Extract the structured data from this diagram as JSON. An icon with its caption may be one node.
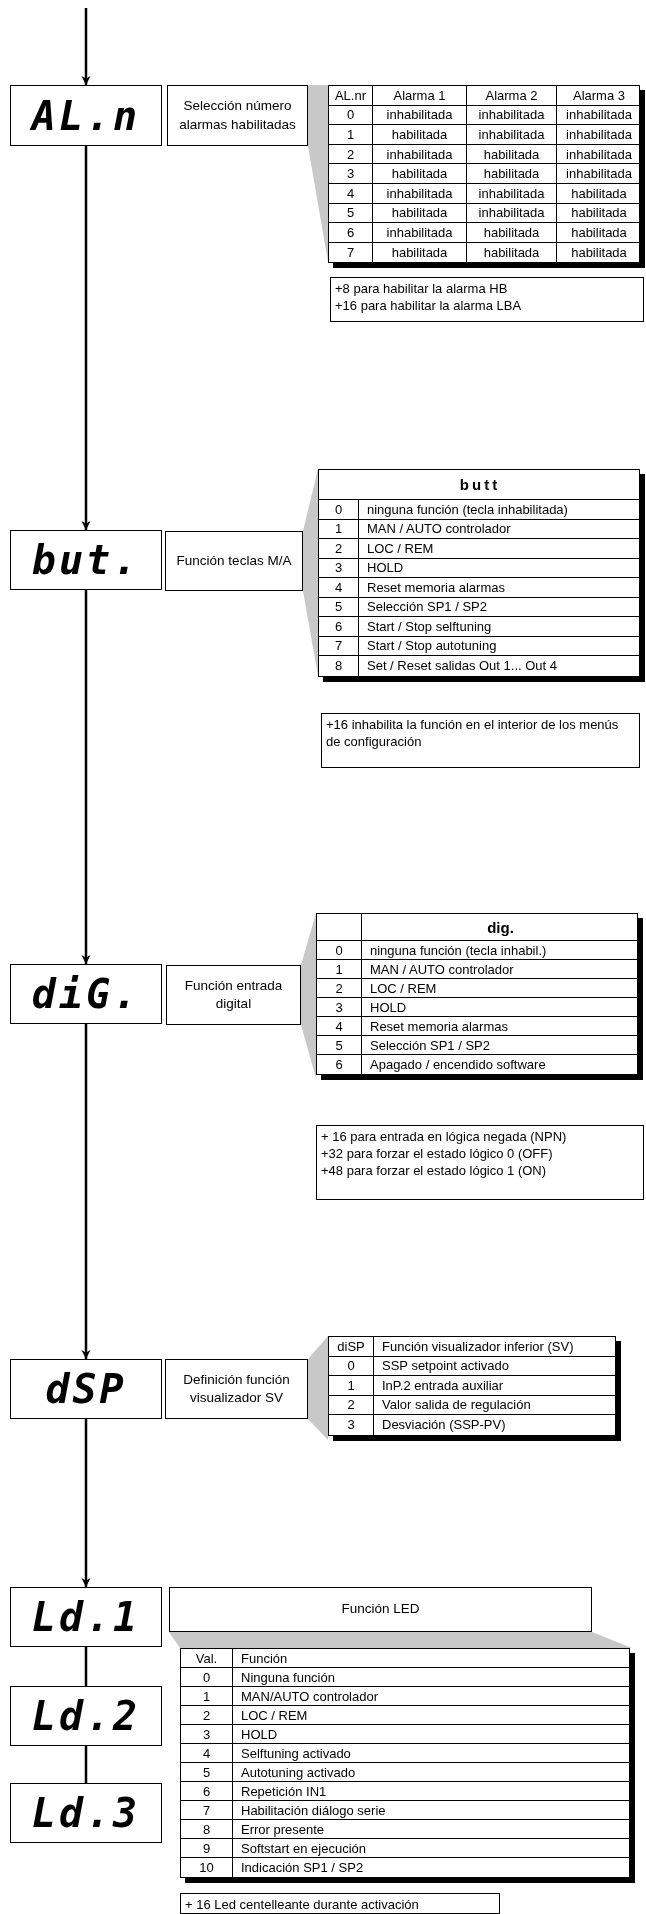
{
  "diagram": {
    "nodes": [
      {
        "text": [
          "AL.n"
        ]
      },
      {
        "text": [
          "Selección número alarmas habilitadas"
        ]
      },
      {
        "text": [
          "+8 para habilitar la alarma HB",
          "+16 para habilitar la alarma LBA"
        ]
      },
      {
        "text": [
          "but."
        ]
      },
      {
        "text": [
          "Función teclas M/A"
        ]
      },
      {
        "text": [
          "+16 inhabilita la función en el interior de los menús de configuración"
        ]
      },
      {
        "text": [
          "diG."
        ]
      },
      {
        "text": [
          "Función entrada digital"
        ]
      },
      {
        "text": [
          "+ 16 para entrada en lógica negada (NPN)",
          "+32 para forzar el estado lógico 0 (OFF)",
          "+48 para forzar el estado lógico 1 (ON)"
        ]
      },
      {
        "text": [
          "dSP"
        ]
      },
      {
        "text": [
          "Definición función visualizador SV"
        ]
      },
      {
        "text": [
          "Ld.1"
        ]
      },
      {
        "text": [
          "Función LED"
        ]
      },
      {
        "text": [
          "Ld.2"
        ]
      },
      {
        "text": [
          "Ld.3"
        ]
      },
      {
        "text": [
          "+ 16 Led centelleante durante activación"
        ]
      },
      {
        "text": [],
        "shape": "wedge"
      },
      {
        "text": [],
        "shape": "wedge"
      },
      {
        "text": [],
        "shape": "wedge"
      },
      {
        "text": [],
        "shape": "wedge"
      },
      {
        "text": [],
        "shape": "wedge"
      }
    ],
    "edges": [
      {
        "from": null,
        "to": 0,
        "arrow": "to"
      },
      {
        "from": 0,
        "to": 3,
        "arrow": "to"
      },
      {
        "from": 3,
        "to": 6,
        "arrow": "to"
      },
      {
        "from": 6,
        "to": 9,
        "arrow": "to"
      },
      {
        "from": 9,
        "to": 11,
        "arrow": "to"
      },
      {
        "from": 11,
        "to": 13,
        "arrow": "none"
      },
      {
        "from": 13,
        "to": 14,
        "arrow": "none"
      }
    ],
    "labels": [
      "AL.nr",
      "Alarma 1",
      "Alarma 2",
      "Alarma 3",
      "0",
      "inhabilitada",
      "inhabilitada",
      "inhabilitada",
      "1",
      "habilitada",
      "inhabilitada",
      "inhabilitada",
      "2",
      "inhabilitada",
      "habilitada",
      "inhabilitada",
      "3",
      "habilitada",
      "habilitada",
      "inhabilitada",
      "4",
      "inhabilitada",
      "inhabilitada",
      "habilitada",
      "5",
      "habilitada",
      "inhabilitada",
      "habilitada",
      "6",
      "inhabilitada",
      "habilitada",
      "habilitada",
      "7",
      "habilitada",
      "habilitada",
      "habilitada",
      "butt",
      "0",
      "ninguna función (tecla inhabilitada)",
      "1",
      "MAN / AUTO controlador",
      "2",
      "LOC / REM",
      "3",
      "HOLD",
      "4",
      "Reset memoria alarmas",
      "5",
      "Selección SP1 / SP2",
      "6",
      "Start / Stop selftuning",
      "7",
      "Start / Stop autotuning",
      "8",
      "Set / Reset salidas Out 1... Out 4",
      "dig.",
      "0",
      "ninguna función (tecla inhabil.)",
      "1",
      "MAN / AUTO controlador",
      "2",
      "LOC / REM",
      "3",
      "HOLD",
      "4",
      "Reset memoria alarmas",
      "5",
      "Selección SP1 / SP2",
      "6",
      "Apagado / encendido software",
      "diSP",
      "Función visualizador inferior (SV)",
      "0",
      "SSP setpoint activado",
      "1",
      "InP.2 entrada auxiliar",
      "2",
      "Valor salida de regulación",
      "3",
      "Desviación (SSP-PV)",
      "Val.",
      "Función",
      "0",
      "Ninguna función",
      "1",
      "MAN/AUTO controlador",
      "2",
      "LOC / REM",
      "3",
      "HOLD",
      "4",
      "Selftuning activado",
      "5",
      "Autotuning activado",
      "6",
      "Repetición IN1",
      "7",
      "Habilitación diálogo serie",
      "8",
      "Error presente",
      "9",
      "Softstart en ejecución",
      "10",
      "Indicación SP1 / SP2"
    ]
  }
}
